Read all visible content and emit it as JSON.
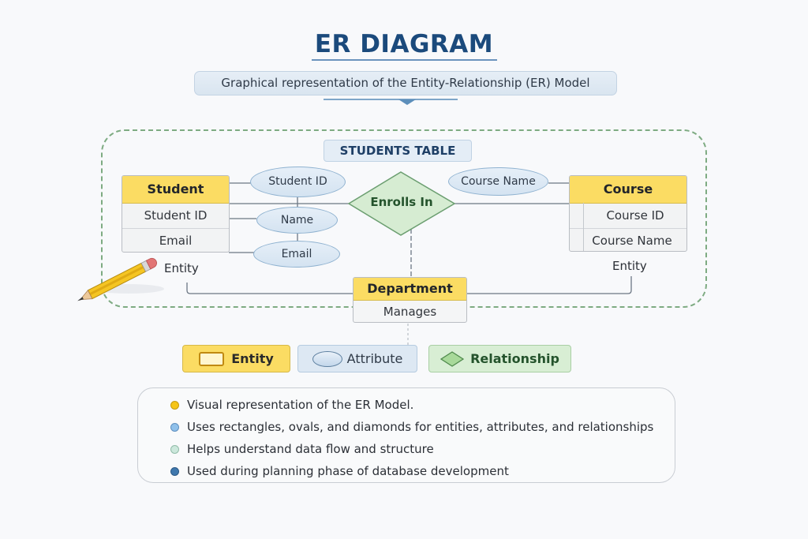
{
  "header": {
    "title": "ER DIAGRAM",
    "subtitle": "Graphical representation of the Entity-Relationship (ER) Model"
  },
  "diagram": {
    "section_label": "STUDENTS TABLE",
    "entities": {
      "student": {
        "name": "Student",
        "rows": [
          "Student ID",
          "Email"
        ],
        "caption": "Entity"
      },
      "course": {
        "name": "Course",
        "rows": [
          "Course ID",
          "Course Name"
        ],
        "caption": "Entity"
      },
      "department": {
        "name": "Department",
        "rows": [
          "Manages"
        ]
      }
    },
    "attributes": {
      "student_id": "Student ID",
      "name": "Name",
      "email": "Email",
      "course_name": "Course Name"
    },
    "relationship": "Enrolls In",
    "decorations": [
      "pencil-icon"
    ]
  },
  "legend": [
    {
      "shape": "rectangle",
      "label": "Entity",
      "color": "#fbdc63"
    },
    {
      "shape": "oval",
      "label": "Attribute",
      "color": "#dde8f3"
    },
    {
      "shape": "diamond",
      "label": "Relationship",
      "color": "#d8eed4"
    }
  ],
  "notes": [
    {
      "text": "Visual representation of the ER Model.",
      "color": "#f5c518"
    },
    {
      "text": "Uses rectangles, ovals, and diamonds for entities, attributes, and relationships",
      "color": "#8fc0ea"
    },
    {
      "text": "Helps understand data flow and structure",
      "color": "#cce8dc"
    },
    {
      "text": "Used during planning phase of database development",
      "color": "#3f78ad"
    }
  ]
}
